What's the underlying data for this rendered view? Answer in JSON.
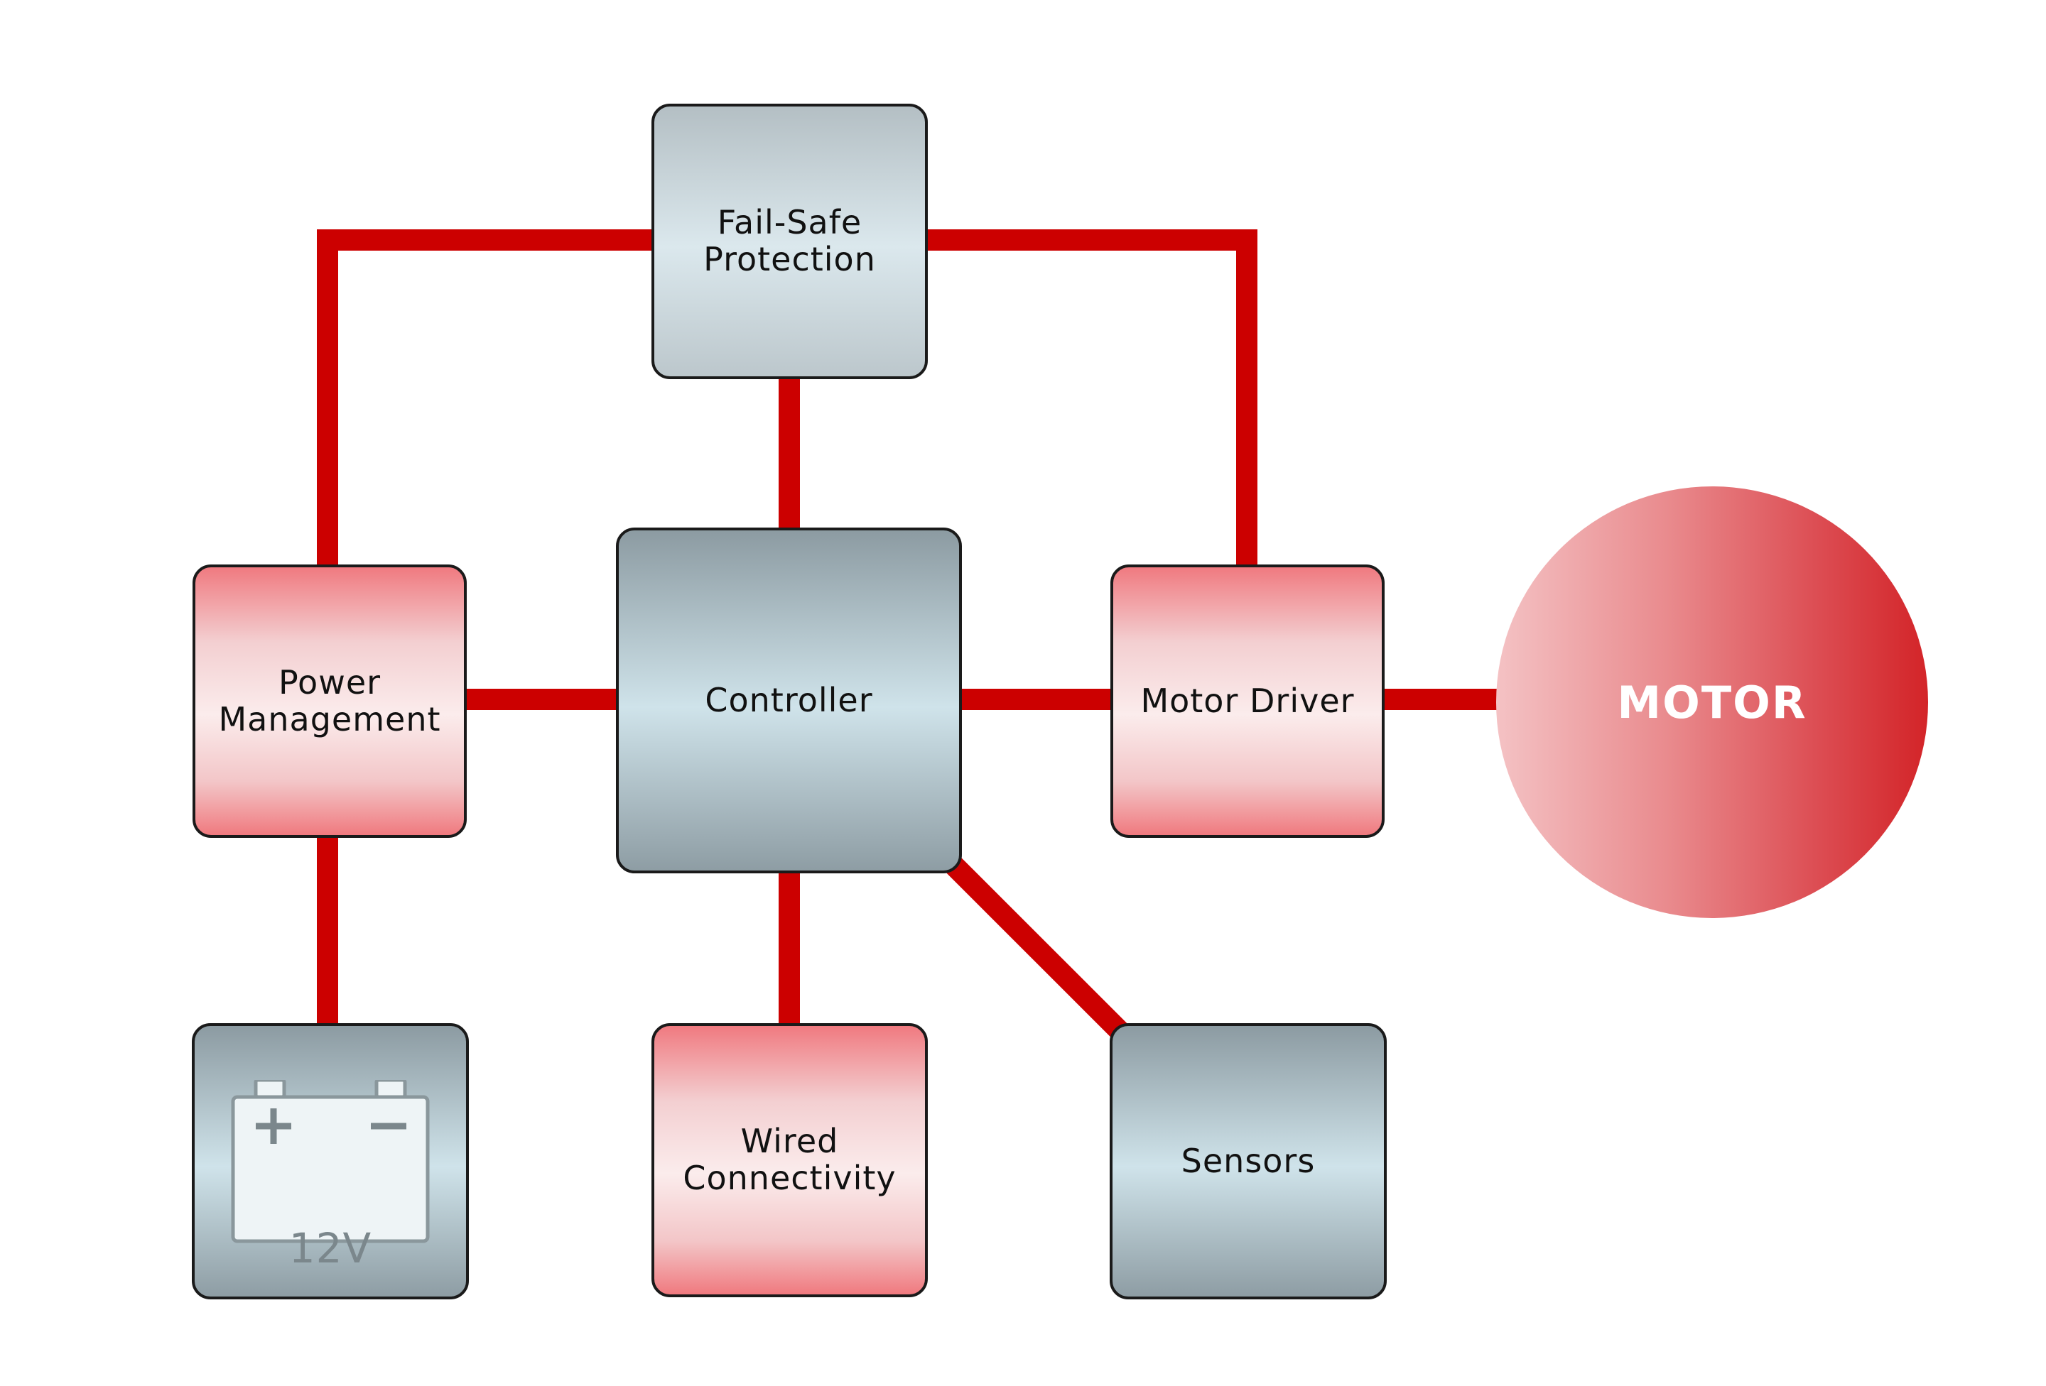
{
  "colors": {
    "wire": "#cc0000",
    "border": "#1a1a1a",
    "motor_text": "#ffffff",
    "battery_outline": "#8a979c"
  },
  "blocks": {
    "fail_safe": {
      "line1": "Fail-Safe",
      "line2": "Protection"
    },
    "power_management": {
      "line1": "Power",
      "line2": "Management"
    },
    "controller": {
      "label": "Controller"
    },
    "motor_driver": {
      "label": "Motor Driver"
    },
    "battery": {
      "label": "12V",
      "icon": "car-battery-icon"
    },
    "wired_connectivity": {
      "line1": "Wired",
      "line2": "Connectivity"
    },
    "sensors": {
      "label": "Sensors"
    },
    "motor": {
      "label": "MOTOR"
    }
  }
}
